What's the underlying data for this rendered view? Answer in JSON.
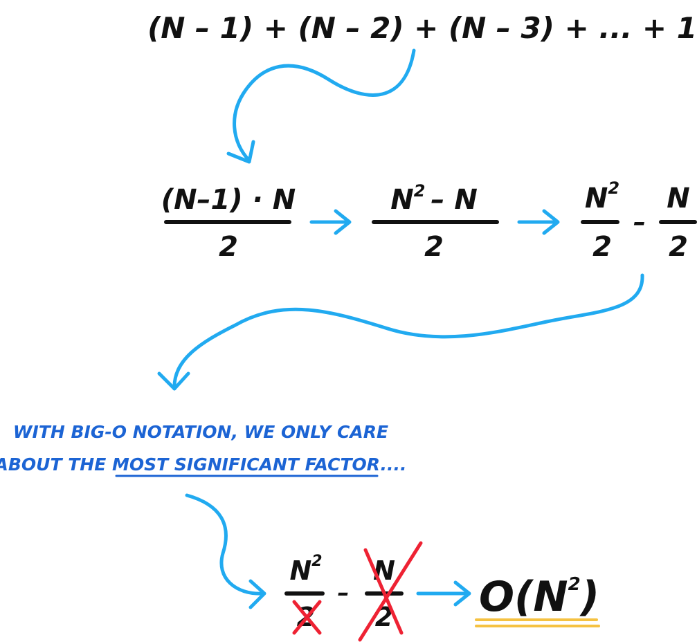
{
  "series_sum": "(N – 1) + (N – 2) + (N – 3) + ... + 1",
  "step1": {
    "numerator": "(N–1) · N",
    "denominator": "2"
  },
  "step2": {
    "numerator_base": "N",
    "numerator_exp": "2",
    "numerator_rest": "– N",
    "denominator": "2"
  },
  "step3": {
    "left_num_base": "N",
    "left_num_exp": "2",
    "left_den": "2",
    "minus": "–",
    "right_num": "N",
    "right_den": "2"
  },
  "note": {
    "line1": "WITH BIG-O NOTATION, WE ONLY CARE",
    "line2_prefix": "ABOUT THE ",
    "line2_emphasis": "MOST SIGNIFICANT FACTOR",
    "line2_suffix": "...."
  },
  "final": {
    "left_num_base": "N",
    "left_num_exp": "2",
    "left_den": "2",
    "minus": "–",
    "right_num": "N",
    "right_den": "2",
    "result_prefix": "O(N",
    "result_exp": "2",
    "result_suffix": ")"
  },
  "colors": {
    "ink": "#111111",
    "arrow": "#21aaf0",
    "note": "#1c64d4",
    "strike": "#ee2233",
    "highlight": "#f5c242"
  }
}
